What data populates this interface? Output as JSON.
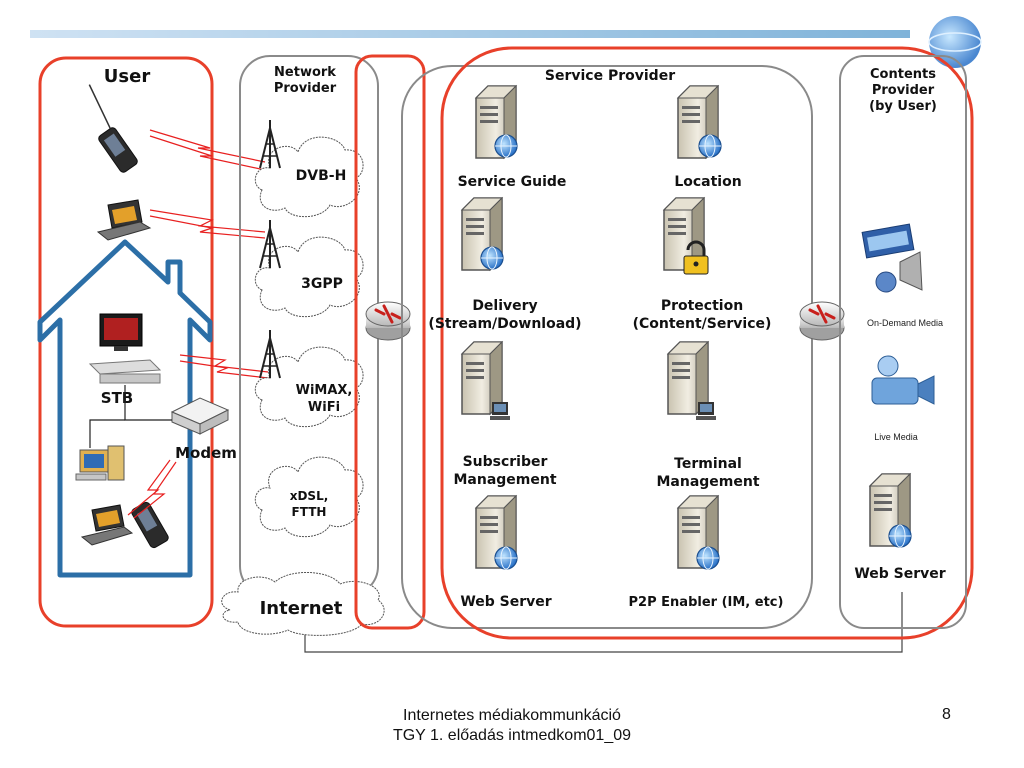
{
  "diagram": {
    "user": {
      "title": "User",
      "stb": "STB",
      "modem": "Modem"
    },
    "network": {
      "title_line1": "Network",
      "title_line2": "Provider",
      "clouds": [
        "DVB-H",
        "3GPP",
        "WiMAX,",
        "WiFi",
        "xDSL,",
        "FTTH"
      ],
      "internet": "Internet"
    },
    "service": {
      "title": "Service Provider",
      "items": {
        "service_guide": "Service Guide",
        "location": "Location",
        "delivery_1": "Delivery",
        "delivery_2": "(Stream/Download)",
        "protection_1": "Protection",
        "protection_2": "(Content/Service)",
        "subscriber_1": "Subscriber",
        "subscriber_2": "Management",
        "terminal_1": "Terminal",
        "terminal_2": "Management",
        "web_server": "Web Server",
        "p2p": "P2P Enabler (IM, etc)"
      }
    },
    "contents": {
      "title_1": "Contents",
      "title_2": "Provider",
      "title_3": "(by User)",
      "on_demand": "On-Demand Media",
      "live": "Live Media",
      "web_server": "Web Server"
    }
  },
  "footer": {
    "line1": "Internetes médiakommunkáció",
    "line2": "TGY 1. előadás intmedkom01_09",
    "page": "8"
  },
  "colors": {
    "highlight": "#e8402a",
    "group_border": "#8a8a8a",
    "header_bar": "#7fb3d9"
  }
}
